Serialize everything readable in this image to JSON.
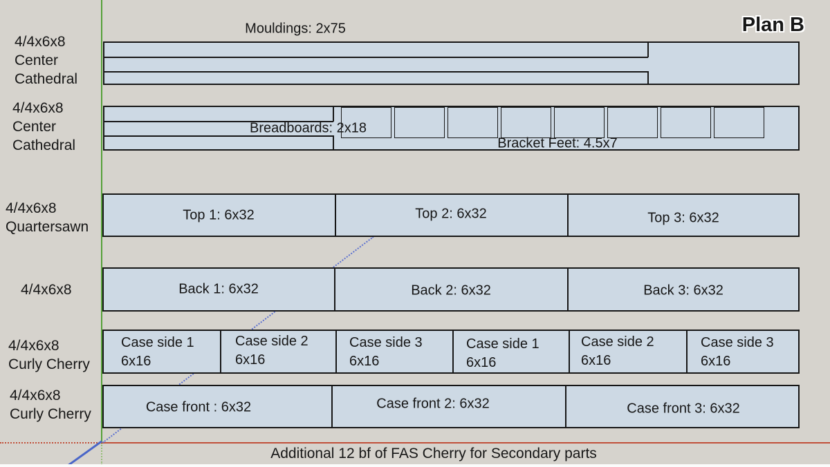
{
  "title": "Plan B",
  "annotations": {
    "mouldings": "Mouldings: 2x75",
    "breadboards": "Breadboards: 2x18",
    "bracket_feet": "Bracket Feet: 4.5x7",
    "bottom_note": "Additional 12 bf of FAS Cherry for Secondary parts"
  },
  "board_labels": [
    {
      "lines": [
        "4/4x6x8",
        "Center",
        "Cathedral"
      ]
    },
    {
      "lines": [
        "4/4x6x8",
        "Center",
        "Cathedral"
      ]
    },
    {
      "lines": [
        "4/4x6x8",
        "Quartersawn"
      ]
    },
    {
      "lines": [
        "4/4x6x8"
      ]
    },
    {
      "lines": [
        "4/4x6x8",
        "Curly Cherry"
      ]
    },
    {
      "lines": [
        "4/4x6x8",
        "Curly Cherry"
      ]
    }
  ],
  "cuts": {
    "tops": [
      "Top 1: 6x32",
      "Top 2: 6x32",
      "Top 3: 6x32"
    ],
    "backs": [
      "Back 1: 6x32",
      "Back 2: 6x32",
      "Back 3: 6x32"
    ],
    "case_sides": [
      {
        "line1": "Case side 1",
        "line2": "6x16"
      },
      {
        "line1": "Case side 2",
        "line2": "6x16"
      },
      {
        "line1": "Case side 3",
        "line2": "6x16"
      },
      {
        "line1": "Case side 1",
        "line2": "6x16"
      },
      {
        "line1": "Case side 2",
        "line2": "6x16"
      },
      {
        "line1": "Case side 3",
        "line2": "6x16"
      }
    ],
    "case_fronts": [
      "Case front : 6x32",
      "Case front 2: 6x32",
      "Case front 3: 6x32"
    ]
  },
  "colors": {
    "background": "#d6d3cd",
    "board_fill": "#cdd9e4",
    "board_border": "#161616",
    "text": "#161616",
    "axis_red": "#c1503a",
    "axis_green": "#55a038",
    "axis_blue": "#4a66c8",
    "inference_blue_dotted": "#5a6fd0"
  }
}
